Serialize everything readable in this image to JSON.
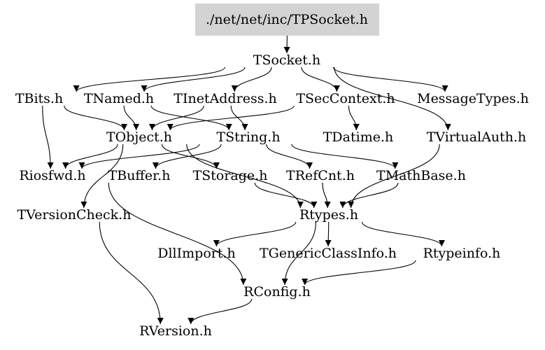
{
  "graph": {
    "root": "./net/net/inc/TPSocket.h",
    "nodes": {
      "tsocket": "TSocket.h",
      "tbits": "TBits.h",
      "tnamed": "TNamed.h",
      "tinetaddress": "TInetAddress.h",
      "tseccontext": "TSecContext.h",
      "messagetypes": "MessageTypes.h",
      "tobject": "TObject.h",
      "tstring": "TString.h",
      "tdatime": "TDatime.h",
      "tvirtualauth": "TVirtualAuth.h",
      "riosfwd": "Riosfwd.h",
      "tbuffer": "TBuffer.h",
      "tstorage": "TStorage.h",
      "trefcnt": "TRefCnt.h",
      "tmathbase": "TMathBase.h",
      "tversioncheck": "TVersionCheck.h",
      "rtypes": "Rtypes.h",
      "dllimport": "DllImport.h",
      "tgenericclassinfo": "TGenericClassInfo.h",
      "rtypeinfo": "Rtypeinfo.h",
      "rconfig": "RConfig.h",
      "rversion": "RVersion.h"
    },
    "edges": [
      [
        "root",
        "tsocket"
      ],
      [
        "tsocket",
        "tbits"
      ],
      [
        "tsocket",
        "tnamed"
      ],
      [
        "tsocket",
        "tinetaddress"
      ],
      [
        "tsocket",
        "tseccontext"
      ],
      [
        "tsocket",
        "messagetypes"
      ],
      [
        "tsocket",
        "tvirtualauth"
      ],
      [
        "tbits",
        "tobject"
      ],
      [
        "tbits",
        "riosfwd"
      ],
      [
        "tnamed",
        "tobject"
      ],
      [
        "tnamed",
        "tstring"
      ],
      [
        "tinetaddress",
        "tobject"
      ],
      [
        "tinetaddress",
        "tstring"
      ],
      [
        "tseccontext",
        "tobject"
      ],
      [
        "tseccontext",
        "tdatime"
      ],
      [
        "tobject",
        "riosfwd"
      ],
      [
        "tobject",
        "tstorage"
      ],
      [
        "tobject",
        "tversioncheck"
      ],
      [
        "tobject",
        "rtypes"
      ],
      [
        "tstring",
        "tbuffer"
      ],
      [
        "tstring",
        "trefcnt"
      ],
      [
        "tstring",
        "tmathbase"
      ],
      [
        "tstring",
        "riosfwd"
      ],
      [
        "tvirtualauth",
        "rtypes"
      ],
      [
        "tstorage",
        "rtypes"
      ],
      [
        "trefcnt",
        "rtypes"
      ],
      [
        "tmathbase",
        "rtypes"
      ],
      [
        "rtypes",
        "dllimport"
      ],
      [
        "rtypes",
        "tgenericclassinfo"
      ],
      [
        "rtypes",
        "rtypeinfo"
      ],
      [
        "rtypes",
        "rconfig"
      ],
      [
        "rtypeinfo",
        "rconfig"
      ],
      [
        "riosfwd",
        "rconfig"
      ],
      [
        "tversioncheck",
        "rversion"
      ],
      [
        "rconfig",
        "rversion"
      ]
    ]
  }
}
